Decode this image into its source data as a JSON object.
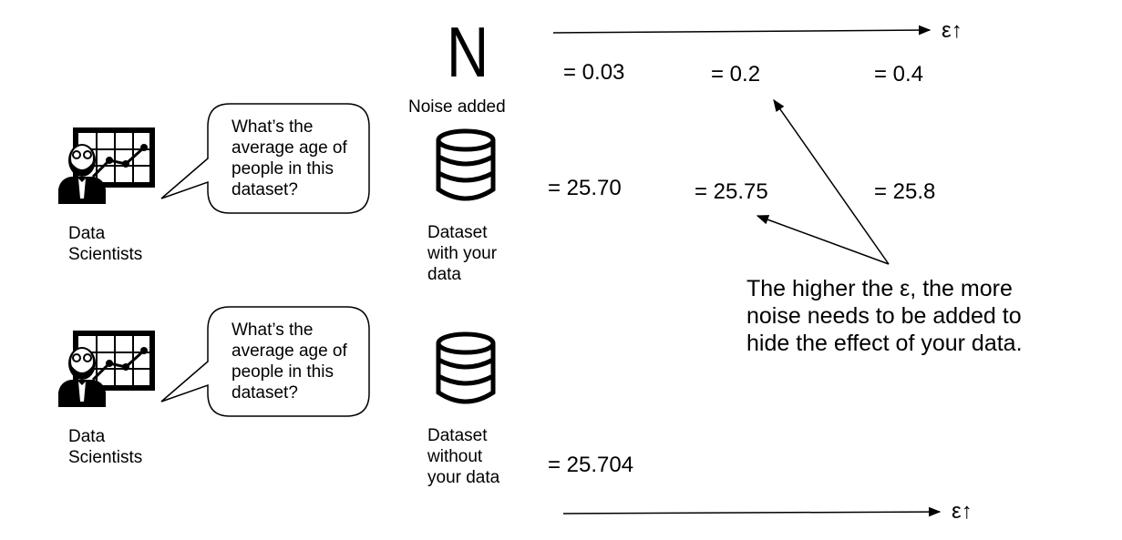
{
  "noise": {
    "icon_letter": "N",
    "label": "Noise added",
    "values": [
      "= 0.03",
      "= 0.2",
      "= 0.4"
    ]
  },
  "epsilon_marker": "ε↑",
  "row_with": {
    "person_label": "Data\nScientists",
    "question": "What’s the average age of people in this dataset?",
    "dataset_label": "Dataset with your data",
    "results": [
      "= 25.70",
      "= 25.75",
      "= 25.8"
    ]
  },
  "row_without": {
    "person_label": "Data\nScientists",
    "question": "What’s the average age of people in this dataset?",
    "dataset_label": "Dataset without your data",
    "result": "= 25.704"
  },
  "note": "The higher the ε, the more noise needs to be added to hide the effect of your data.",
  "icons": {
    "person": "data-scientist-icon",
    "database": "database-icon",
    "noise": "noise-n-icon"
  },
  "colors": {
    "ink": "#000000",
    "background": "#ffffff"
  }
}
